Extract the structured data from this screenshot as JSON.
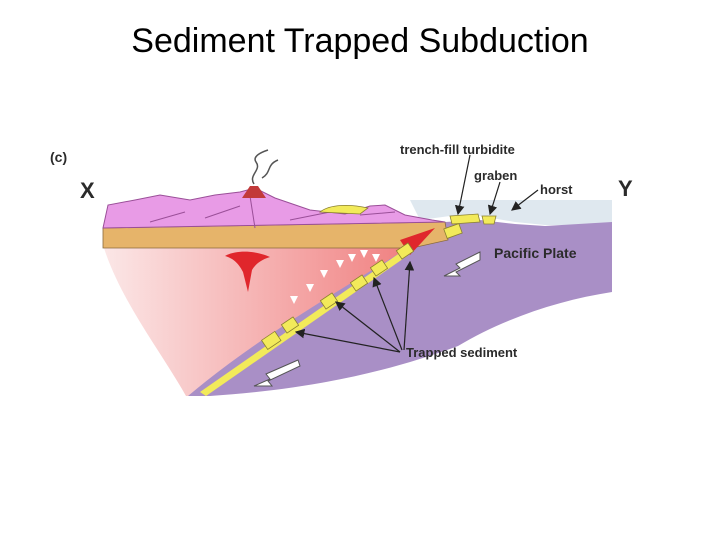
{
  "slide": {
    "title": "Sediment Trapped Subduction"
  },
  "diagram": {
    "panel_label": "(c)",
    "end_labels": {
      "left": "X",
      "right": "Y"
    },
    "labels": {
      "trench_fill": "trench-fill turbidite",
      "graben": "graben",
      "horst": "horst",
      "pacific_plate": "Pacific Plate",
      "trapped_sediment": "Trapped sediment"
    },
    "colors": {
      "ocean": "#dfe8ef",
      "continental_crust": "#e89be6",
      "sediment_band": "#e6b46a",
      "mantle_wedge": "#f07f7f",
      "pacific_plate": "#a98fc6",
      "trapped_sediment": "#f2ea5a",
      "magma": "#e0262c"
    }
  }
}
